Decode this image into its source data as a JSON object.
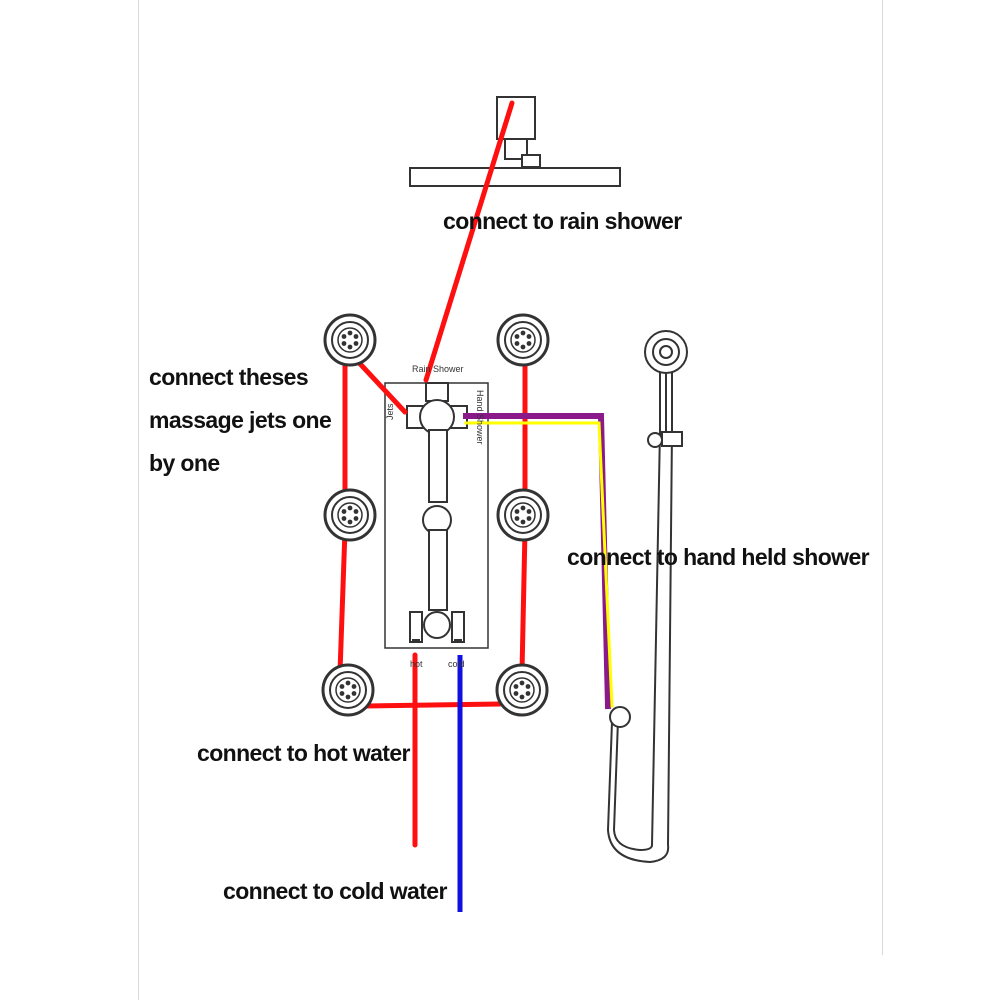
{
  "labels": {
    "rain_shower": "connect to rain shower",
    "jets_line1": "connect theses",
    "jets_line2": "massage  jets one",
    "jets_line3": "by one",
    "hand_held": "connect to hand held shower",
    "hot_water": "connect to hot water",
    "cold_water": "connect to cold water"
  },
  "valve_markings": {
    "top": "Rain Shower",
    "left": "Jets",
    "right": "Hand Shower",
    "hot": "hot",
    "cold": "cold"
  },
  "colors": {
    "hot_pipe": "#ff1010",
    "cold_pipe": "#1010e0",
    "hand_pipe_outer": "#8a1a8a",
    "hand_pipe_inner": "#ffff00",
    "outline": "#333333"
  }
}
